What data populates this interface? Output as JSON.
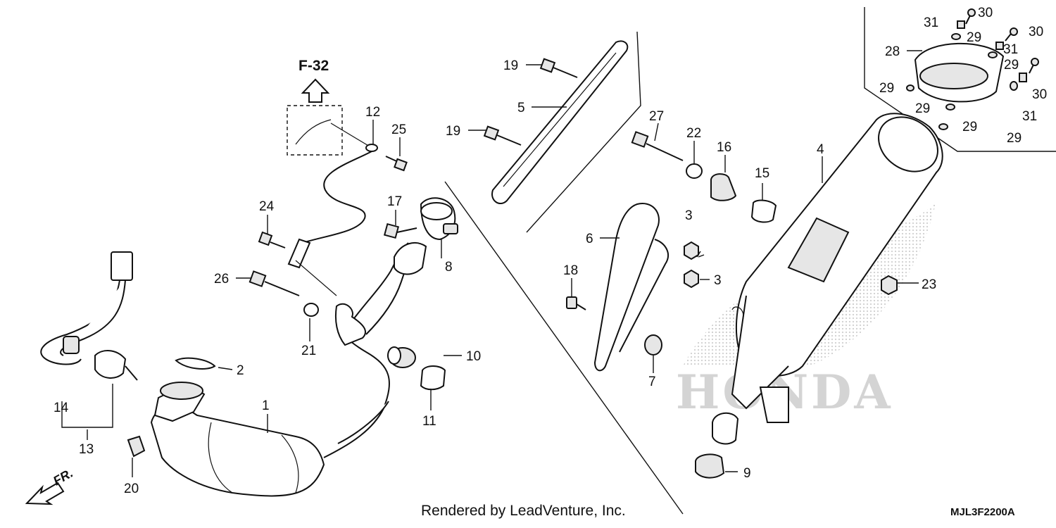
{
  "reference": {
    "text": "F-32"
  },
  "direction": {
    "text": "FR."
  },
  "credit": {
    "text": "Rendered by LeadVenture, Inc."
  },
  "diagram_code": {
    "text": "MJL3F2200A"
  },
  "watermark": {
    "text": "HONDA",
    "color": "#d4d4d4"
  },
  "callouts": [
    {
      "id": "c1",
      "text": "1"
    },
    {
      "id": "c2",
      "text": "2"
    },
    {
      "id": "c3a",
      "text": "3"
    },
    {
      "id": "c3b",
      "text": "3"
    },
    {
      "id": "c4",
      "text": "4"
    },
    {
      "id": "c5",
      "text": "5"
    },
    {
      "id": "c6",
      "text": "6"
    },
    {
      "id": "c7",
      "text": "7"
    },
    {
      "id": "c8",
      "text": "8"
    },
    {
      "id": "c9",
      "text": "9"
    },
    {
      "id": "c10",
      "text": "10"
    },
    {
      "id": "c11",
      "text": "11"
    },
    {
      "id": "c12",
      "text": "12"
    },
    {
      "id": "c13",
      "text": "13"
    },
    {
      "id": "c14",
      "text": "14"
    },
    {
      "id": "c15",
      "text": "15"
    },
    {
      "id": "c16",
      "text": "16"
    },
    {
      "id": "c17",
      "text": "17"
    },
    {
      "id": "c18",
      "text": "18"
    },
    {
      "id": "c19a",
      "text": "19"
    },
    {
      "id": "c19b",
      "text": "19"
    },
    {
      "id": "c20",
      "text": "20"
    },
    {
      "id": "c21",
      "text": "21"
    },
    {
      "id": "c22",
      "text": "22"
    },
    {
      "id": "c23",
      "text": "23"
    },
    {
      "id": "c24",
      "text": "24"
    },
    {
      "id": "c25",
      "text": "25"
    },
    {
      "id": "c26",
      "text": "26"
    },
    {
      "id": "c27",
      "text": "27"
    },
    {
      "id": "c28",
      "text": "28"
    },
    {
      "id": "c29a",
      "text": "29"
    },
    {
      "id": "c29b",
      "text": "29"
    },
    {
      "id": "c29c",
      "text": "29"
    },
    {
      "id": "c29d",
      "text": "29"
    },
    {
      "id": "c29e",
      "text": "29"
    },
    {
      "id": "c29f",
      "text": "29"
    },
    {
      "id": "c30a",
      "text": "30"
    },
    {
      "id": "c30b",
      "text": "30"
    },
    {
      "id": "c30c",
      "text": "30"
    },
    {
      "id": "c31a",
      "text": "31"
    },
    {
      "id": "c31b",
      "text": "31"
    },
    {
      "id": "c31c",
      "text": "31"
    }
  ]
}
